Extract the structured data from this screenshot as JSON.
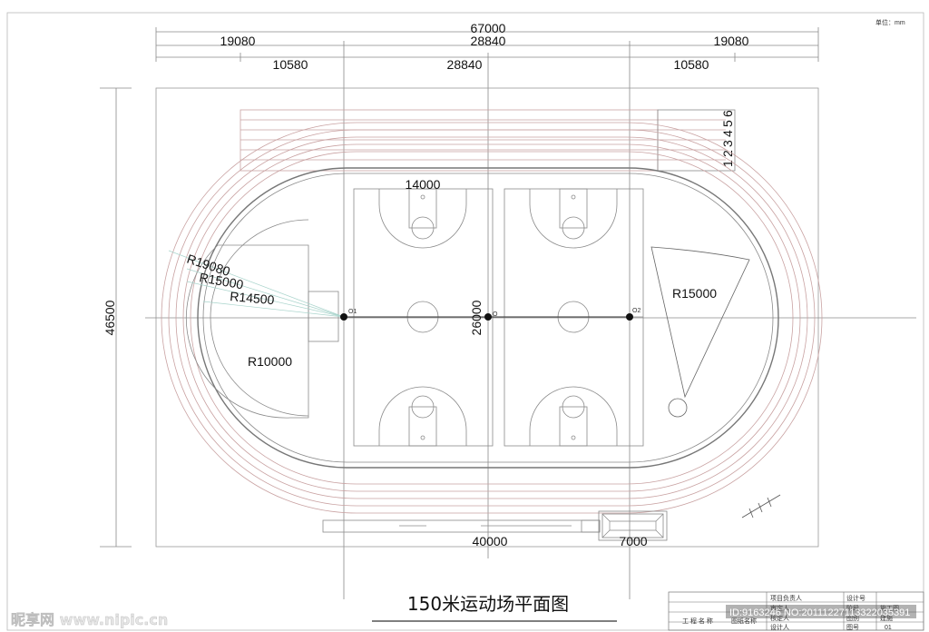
{
  "unit": "单位：mm",
  "top_dims": {
    "total": "67000",
    "left_outer": "19080",
    "center_outer": "28840",
    "right_outer": "19080",
    "left_inner": "10580",
    "center_inner": "28840",
    "right_inner": "10580"
  },
  "left_dim": "46500",
  "court_width": "14000",
  "center_dim": "26000",
  "bottom_dims": {
    "length": "40000",
    "pit": "7000"
  },
  "radii": {
    "r1": "R19080",
    "r2": "R15000",
    "r3": "R14500",
    "r_d": "R10000",
    "r_sector": "R15000"
  },
  "points": {
    "o1": "O1",
    "o": "O",
    "o2": "O2"
  },
  "lanes": [
    "1",
    "2",
    "3",
    "4",
    "5",
    "6"
  ],
  "title": "150米运动场平面图",
  "title_block": {
    "r1": [
      "项目负责人",
      "设计号"
    ],
    "r2": [
      "审定人",
      "阶段",
      "施工图"
    ],
    "r3": [
      "工 程 名 称",
      "图纸名称",
      "核定人",
      "图别",
      "建施"
    ],
    "r4": [
      "设计人",
      "图号",
      "01"
    ]
  },
  "watermarks": {
    "logo": "昵享网 www.nipic.cn",
    "id": "ID:9163246 NO:20111227113322035391"
  }
}
